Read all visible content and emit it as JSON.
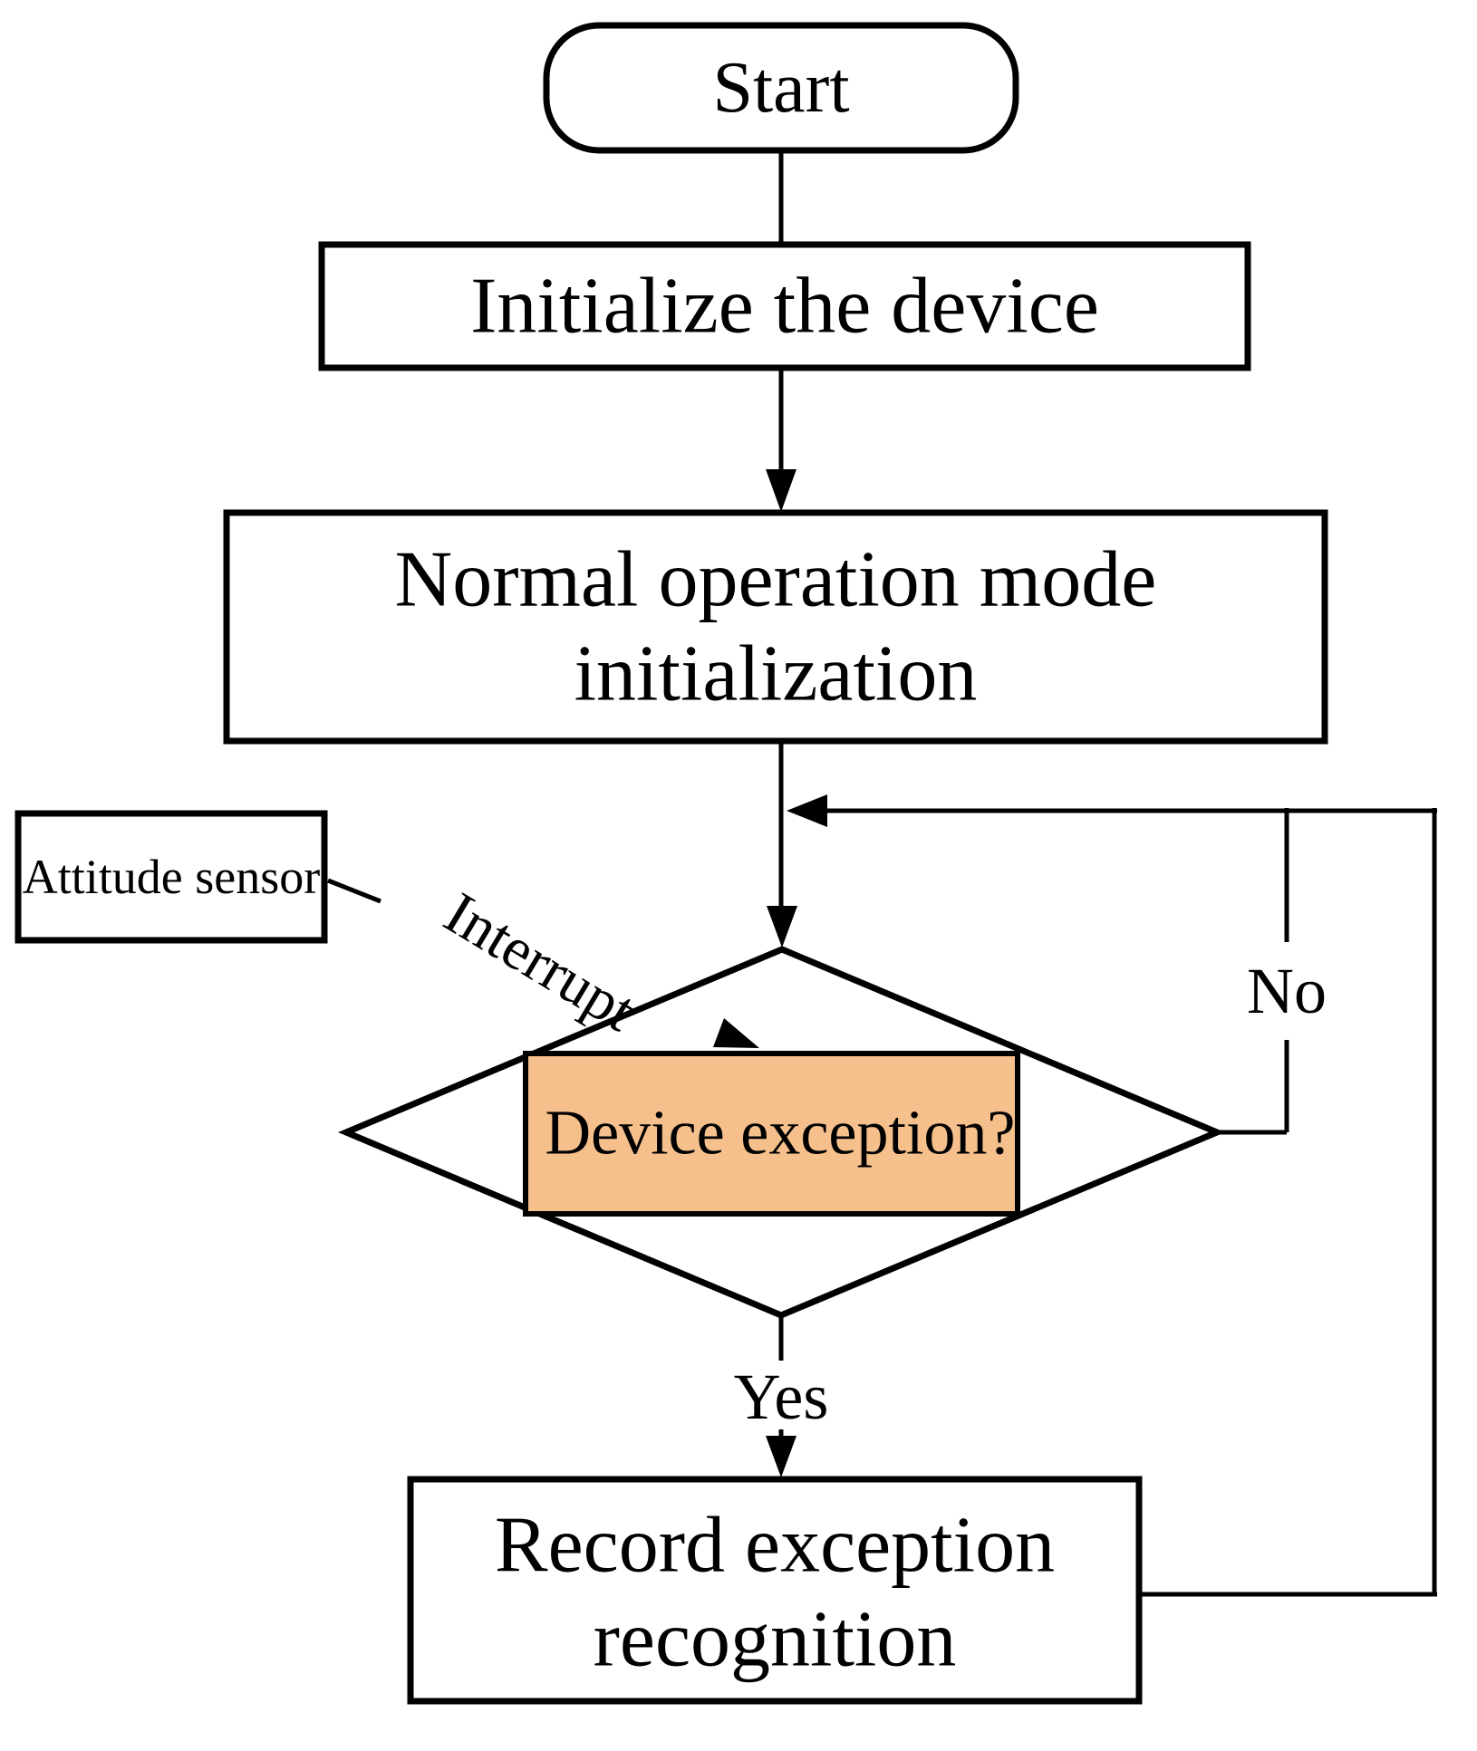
{
  "nodes": {
    "start": {
      "label": "Start"
    },
    "initialize": {
      "label": "Initialize the device"
    },
    "normal": {
      "lines": [
        "Normal operation mode",
        "initialization"
      ]
    },
    "attitude": {
      "label": "Attitude sensor"
    },
    "decision": {
      "label": "Device exception?"
    },
    "record": {
      "lines": [
        "Record exception",
        "recognition"
      ]
    }
  },
  "edges": {
    "yes": {
      "label": "Yes"
    },
    "no": {
      "label": "No"
    },
    "interrupt": {
      "label": "Interrupt"
    }
  },
  "colors": {
    "highlight": "#F5C08C",
    "stroke": "#000000",
    "background": "#FFFFFF"
  }
}
